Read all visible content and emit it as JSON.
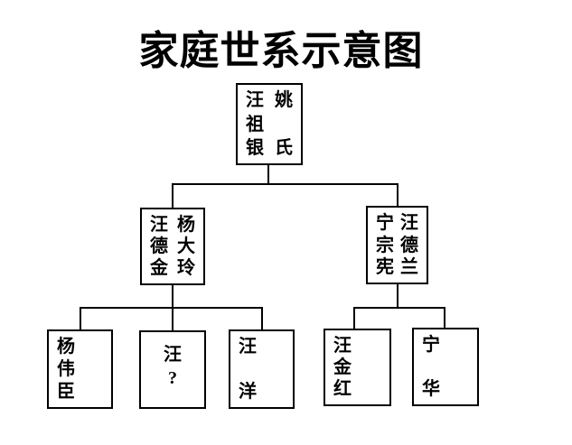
{
  "title": "家庭世系示意图",
  "colors": {
    "line": "#000000",
    "background": "#ffffff",
    "text": "#000000"
  },
  "boxes": {
    "grandparents": {
      "left_col": "汪祖银",
      "right_col": "姚氏"
    },
    "left_parents": {
      "left_col": "汪德金",
      "right_col": "杨大玲"
    },
    "right_parents": {
      "left_col": "宁宗宪",
      "right_col": "汪德兰"
    },
    "child1": {
      "col": "杨伟臣"
    },
    "child2": {
      "col": "汪?"
    },
    "child3": {
      "col": "汪洋"
    },
    "child4": {
      "col": "汪金红"
    },
    "child5": {
      "col": "宁华"
    }
  }
}
